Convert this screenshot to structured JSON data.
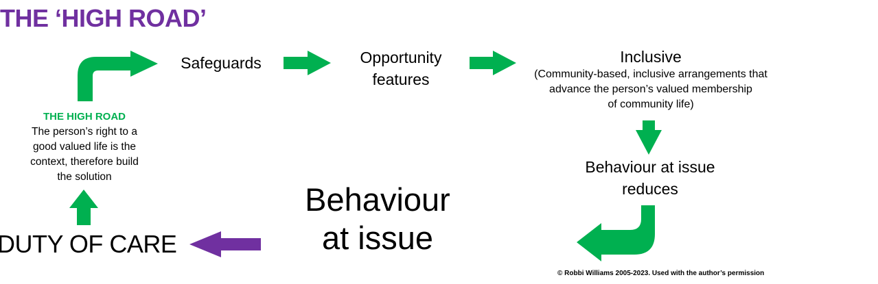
{
  "title": "THE ‘HIGH ROAD’",
  "nodes": {
    "safeguards": "Safeguards",
    "opportunity": [
      "Opportunity",
      "features"
    ],
    "inclusive": {
      "heading": "Inclusive",
      "description": [
        "(Community-based, inclusive arrangements that",
        "advance the person’s valued membership",
        "of community life)"
      ]
    },
    "reduces": [
      "Behaviour at issue",
      "reduces"
    ],
    "high_road": {
      "heading": "THE HIGH ROAD",
      "body": [
        "The person’s right to a",
        "good valued life is the",
        "context, therefore build",
        "the solution"
      ]
    },
    "behaviour_at_issue": [
      "Behaviour",
      "at issue"
    ],
    "duty_of_care": "DUTY OF CARE"
  },
  "copyright": "© Robbi Williams 2005-2023. Used with the author’s permission",
  "colors": {
    "title": "#7030a0",
    "green_arrow": "#00b050",
    "purple_arrow": "#7030a0",
    "high_road_heading": "#00b050"
  }
}
